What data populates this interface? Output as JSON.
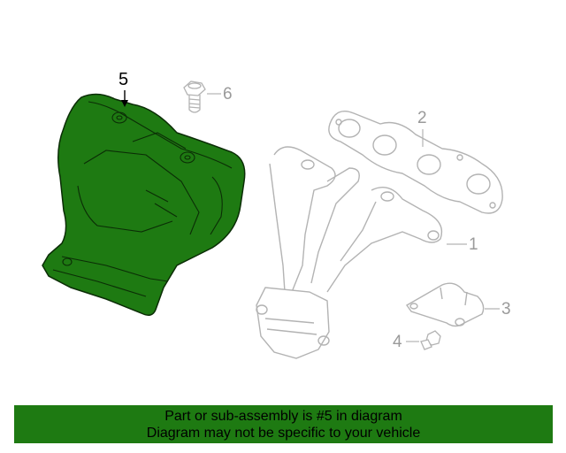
{
  "callouts": {
    "c1": "1",
    "c2": "2",
    "c3": "3",
    "c4": "4",
    "c5": "5",
    "c6": "6"
  },
  "banner": {
    "line1": "Part or sub-assembly is #5 in diagram",
    "line2": "Diagram may not be specific to your vehicle"
  },
  "colors": {
    "highlight": "#1e7a12",
    "banner": "#1e7a12",
    "line_art": "#b3b3b3"
  }
}
